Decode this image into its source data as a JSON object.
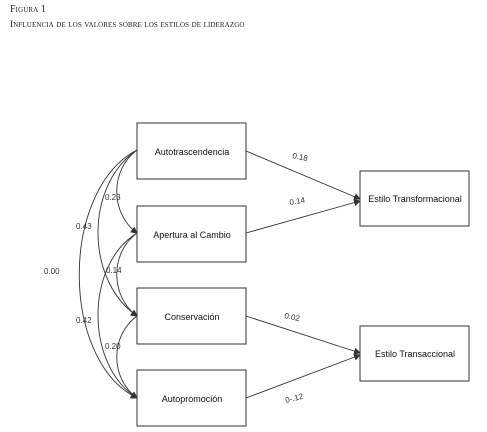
{
  "figure": {
    "number": "Figura 1",
    "title": "Influencia de los valores sobre los estilos de liderazgo"
  },
  "nodes": {
    "autotrascendencia": "Autotrascendencia",
    "apertura": "Apertura al Cambio",
    "conservacion": "Conservación",
    "autopromocion": "Autopromoción",
    "transformacional": "Estilo Transformacional",
    "transaccional": "Estilo Transaccional"
  },
  "paths": {
    "autotrascendencia_transformacional": "0.18",
    "apertura_transformacional": "0.14",
    "conservacion_transaccional": "0.02",
    "autopromocion_transaccional": "0-.12"
  },
  "correlations": {
    "autotrascendencia_apertura": "0.23",
    "autotrascendencia_conservacion": "0.43",
    "autotrascendencia_autopromocion": "0.00",
    "apertura_conservacion": "0.14",
    "apertura_autopromocion": "0.42",
    "conservacion_autopromocion": "0.20"
  }
}
